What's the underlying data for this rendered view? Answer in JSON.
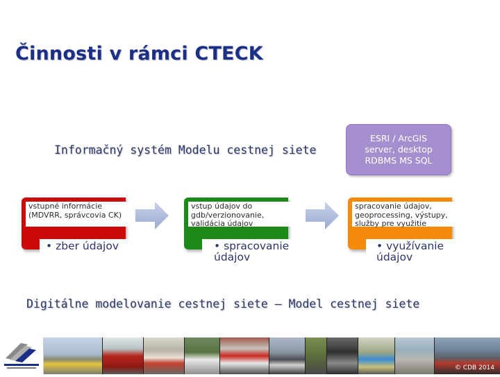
{
  "title": "Činnosti v rámci CTECK",
  "system_heading": "Informačný systém Modelu cestnej siete",
  "esri_box": {
    "lines": [
      "ESRI / ArcGIS",
      "server, desktop",
      "RDBMS MS SQL"
    ]
  },
  "process_steps": [
    {
      "description": "vstupné informácie (MDVRR, správcovia CK)",
      "bullet": "• zber údajov",
      "color": "#cc0a0a"
    },
    {
      "description": "vstup údajov do gdb/verzionovanie, validácia údajov",
      "bullet": "• spracovanie údajov",
      "color": "#1c8a18"
    },
    {
      "description": "spracovanie údajov, geoprocessing, výstupy, služby pre využitie",
      "bullet": "• využívanie údajov",
      "color": "#f58b0d"
    }
  ],
  "footer_heading": "Digitálne modelovanie cestnej siete – Model cestnej siete",
  "copyright": "© CDB 2014"
}
